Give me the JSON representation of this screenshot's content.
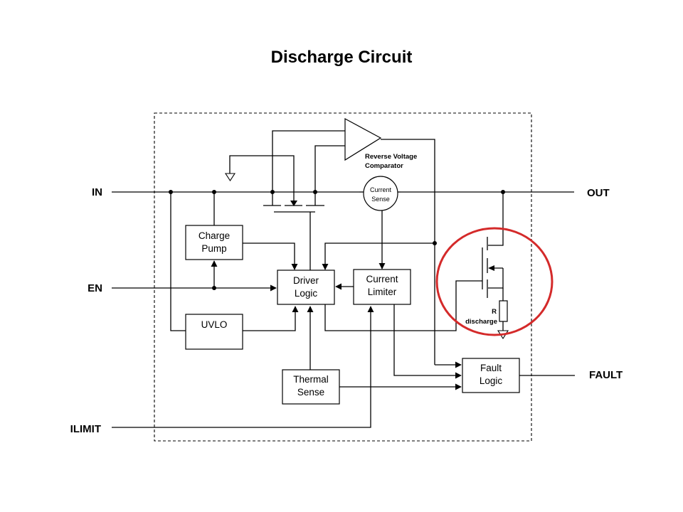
{
  "title": "Discharge Circuit",
  "pins": {
    "in": "IN",
    "en": "EN",
    "ilimit": "ILIMIT",
    "out": "OUT",
    "fault": "FAULT"
  },
  "blocks": {
    "charge_pump": [
      "Charge",
      "Pump"
    ],
    "uvlo": [
      "UVLO"
    ],
    "driver_logic": [
      "Driver",
      "Logic"
    ],
    "current_limiter": [
      "Current",
      "Limiter"
    ],
    "thermal_sense": [
      "Thermal",
      "Sense"
    ],
    "fault_logic": [
      "Fault",
      "Logic"
    ],
    "current_sense": [
      "Current",
      "Sense"
    ],
    "comparator": [
      "Reverse Voltage",
      "Comparator"
    ],
    "r_discharge": [
      "R",
      "discharge"
    ]
  },
  "colors": {
    "highlight": "#d42a2a",
    "line": "#000000"
  }
}
